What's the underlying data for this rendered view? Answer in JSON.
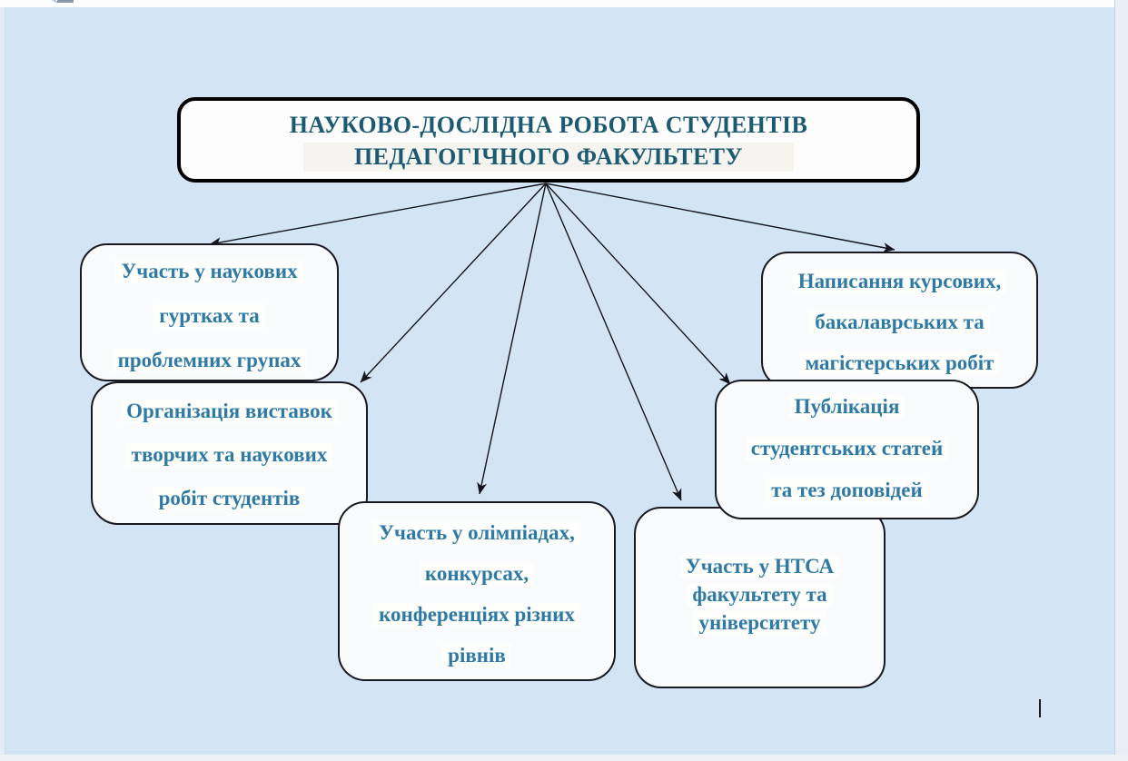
{
  "title": {
    "line1": "НАУКОВО-ДОСЛІДНА РОБОТА СТУДЕНТІВ",
    "line2": "ПЕДАГОГІЧНОГО ФАКУЛЬТЕТУ",
    "text_color": "#1c5a72"
  },
  "nodes": [
    {
      "id": "science-circles",
      "lines": [
        "Участь у наукових",
        "гуртках та",
        "проблемних групах"
      ]
    },
    {
      "id": "exhibitions",
      "lines": [
        "Організація виставок",
        "творчих та наукових",
        "робіт студентів"
      ]
    },
    {
      "id": "olympiads",
      "lines": [
        "Участь у олімпіадах,",
        "конкурсах,",
        "конференціях різних",
        "рівнів"
      ]
    },
    {
      "id": "ntsa",
      "lines": [
        "Участь у НТСА",
        "факультету та",
        "університету"
      ]
    },
    {
      "id": "publications",
      "lines": [
        "Публікація",
        "студентських статей",
        "та тез доповідей"
      ]
    },
    {
      "id": "course-works",
      "lines": [
        "Написання курсових,",
        "бакалаврських та",
        "магістерських робіт"
      ]
    }
  ],
  "connections": [
    {
      "from": "title",
      "to": "science-circles"
    },
    {
      "from": "title",
      "to": "exhibitions"
    },
    {
      "from": "title",
      "to": "olympiads"
    },
    {
      "from": "title",
      "to": "ntsa"
    },
    {
      "from": "title",
      "to": "publications"
    },
    {
      "from": "title",
      "to": "course-works"
    }
  ],
  "colors": {
    "page_background": "#d3e4f4",
    "node_text": "#2e7aa5",
    "title_text": "#1c5a72",
    "arrow": "#14141c"
  }
}
